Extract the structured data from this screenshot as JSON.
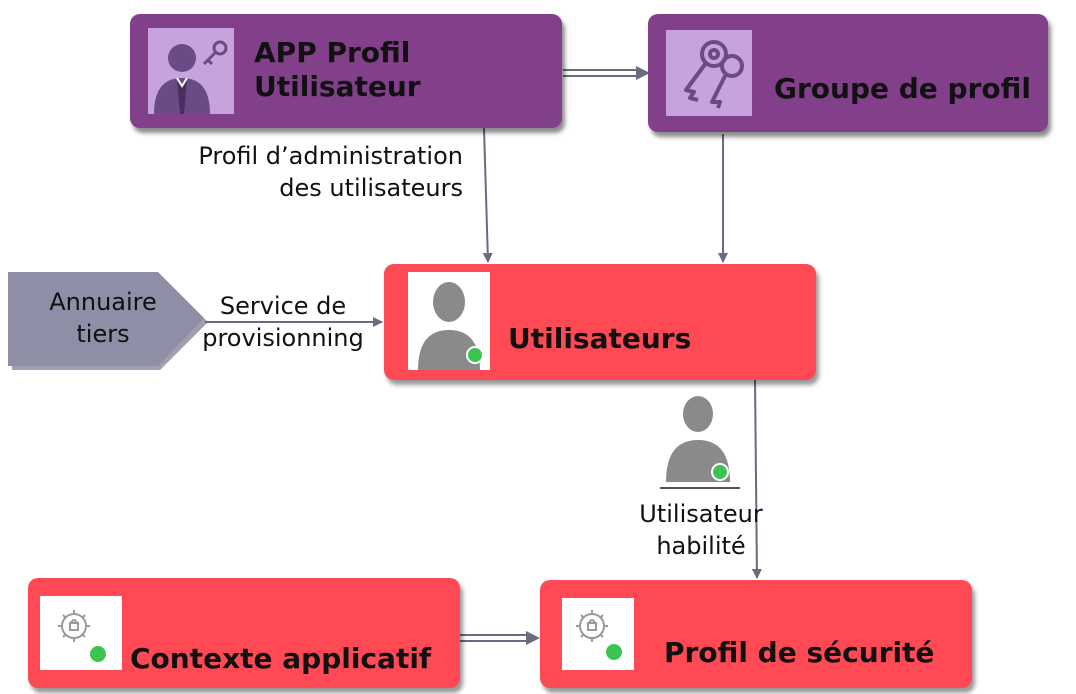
{
  "nodes": {
    "app_profil": {
      "label_line1": "APP Profil",
      "label_line2": "Utilisateur",
      "icon": "user-key-icon"
    },
    "groupe_profil": {
      "label": "Groupe de profil",
      "icon": "keys-icon"
    },
    "utilisateurs": {
      "label": "Utilisateurs",
      "icon": "user-online-icon"
    },
    "annuaire": {
      "label_line1": "Annuaire",
      "label_line2": "tiers"
    },
    "contexte": {
      "label": "Contexte applicatif",
      "icon": "security-gear-icon"
    },
    "profil_securite": {
      "label": "Profil de sécurité",
      "icon": "security-gear-icon"
    }
  },
  "edges": {
    "profil_admin": {
      "line1": "Profil d’administration",
      "line2": "des utilisateurs"
    },
    "service_prov": {
      "line1": "Service de",
      "line2": "provisionning"
    },
    "utilisateur_habilite": {
      "line1": "Utilisateur",
      "line2": "habilité",
      "icon": "user-online-icon"
    }
  },
  "colors": {
    "purple": "#823f8a",
    "red": "#ff4a55",
    "arrow": "#6b6b80",
    "annuaire": "#8e8ea6",
    "online": "#3cc451"
  }
}
